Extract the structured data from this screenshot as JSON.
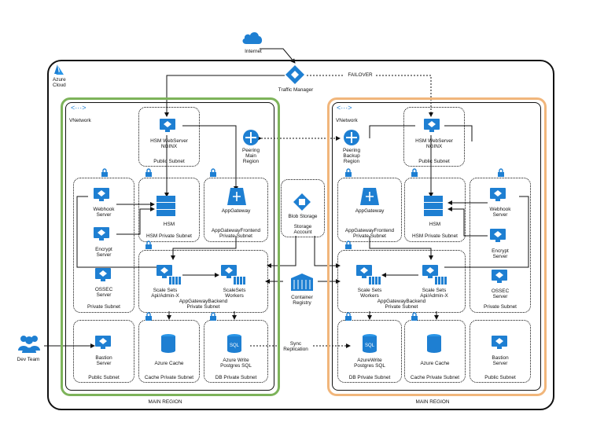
{
  "internet": "Internet",
  "traffic_manager": "Traffic Manager",
  "failover": "FAILOVER",
  "azure": "Azure",
  "cloud": "Cloud",
  "dev_team": "Dev Team",
  "blob_storage": "Blob Storage",
  "storage_account": [
    "Storage",
    "Account"
  ],
  "container_registry": [
    "Container",
    "Registry"
  ],
  "sync_replication": [
    "Sync",
    "Replication"
  ],
  "colors": {
    "main_region": "#7db35a",
    "backup_region": "#f1b67b",
    "azure_blue": "#1e7fd2",
    "dark": "#111111"
  },
  "main": {
    "vnetwork": "VNetwork",
    "region_label": "MAIN REGION",
    "hsm_webserver": [
      "HSM WebServer",
      "NGINX"
    ],
    "public_subnet": "Public Subnet",
    "peering": [
      "Peering",
      "Main",
      "Region"
    ],
    "webhook": [
      "Webhook",
      "Server"
    ],
    "encrypt": [
      "Encrypt",
      "Server"
    ],
    "ossec": [
      "OSSEC",
      "Server"
    ],
    "private_subnet": "Private Subnet",
    "hsm": "HSM",
    "hsm_private_subnet": "HSM Private Subnet",
    "appgateway": "AppGateway",
    "appgateway_frontend": [
      "AppGatewayFrontend",
      "Private Subnet"
    ],
    "scalesets_api": [
      "Scale Sets",
      "Api/Admin-X"
    ],
    "scalesets_workers": [
      "ScaleSets",
      "Workers"
    ],
    "appgateway_backend": [
      "AppGatewayBackend",
      "Private Subnet"
    ],
    "bastion": [
      "Bastion",
      "Server"
    ],
    "bastion_subnet": "Public Subnet",
    "azure_cache": "Azure Cache",
    "cache_subnet": "Cache Private Subnet",
    "postgres": [
      "Azure Write",
      "Postgres SQL"
    ],
    "db_subnet": "DB Private Subnet"
  },
  "backup": {
    "vnetwork": "VNetwork",
    "region_label": "MAIN REGION",
    "hsm_webserver": [
      "HSM WebServer",
      "NGINX"
    ],
    "public_subnet": "Public Subnet",
    "peering": [
      "Peering",
      "Backup",
      "Region"
    ],
    "appgateway": "AppGateway",
    "appgateway_frontend": [
      "AppGatewayFrontend",
      "Private Subnet"
    ],
    "hsm": "HSM",
    "hsm_private_subnet": "HSM Private Subnet",
    "webhook": [
      "Webhook",
      "Server"
    ],
    "encrypt": [
      "Encrypt",
      "Server"
    ],
    "ossec": [
      "OSSEC",
      "Server"
    ],
    "private_subnet": "Private Subnet",
    "scalesets_workers": [
      "Scale Sets",
      "Workers"
    ],
    "scalesets_api": [
      "Scale Sets",
      "Api/Admin-X"
    ],
    "appgateway_backend": [
      "AppGatewayBackend",
      "Private Subnet"
    ],
    "postgres": [
      "AzureWrite",
      "Postgres SQL"
    ],
    "db_subnet": "DB Private Subnet",
    "azure_cache": "Azure Cache",
    "cache_subnet": "Cache Private Subnet",
    "bastion": [
      "Bastion",
      "Server"
    ],
    "bastion_subnet": "Public Subnet"
  }
}
